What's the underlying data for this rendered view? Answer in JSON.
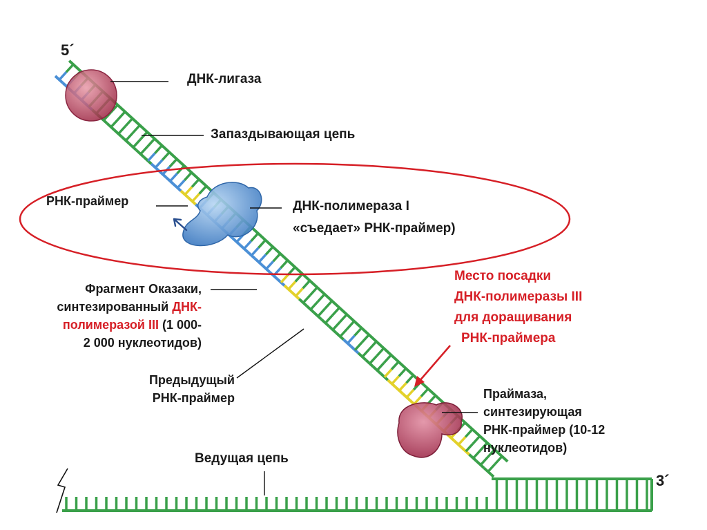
{
  "ends": {
    "five_prime": "5´",
    "three_prime": "3´"
  },
  "labels": {
    "ligase": "ДНК-лигаза",
    "lagging": "Запаздывающая цепь",
    "rna_primer": "РНК-праймер",
    "pol1_line1": "ДНК-полимераза I",
    "pol1_line2": "«съедает» РНК-праймер)",
    "okazaki_line1": "Фрагмент Оказаки,",
    "okazaki_line2a": "синтезированный ",
    "okazaki_line2b": "ДНК-",
    "okazaki_line3a": "полимеразой III",
    "okazaki_line3b": " (1 000-",
    "okazaki_line4": "2 000 нуклеотидов)",
    "site_line1": "Место посадки",
    "site_line2": "ДНК-полимеразы III",
    "site_line3": "для доращивания",
    "site_line4": "РНК-праймера",
    "prev_line1": "Предыдущый",
    "prev_line2": "РНК-праймер",
    "primase_line1": "Праймаза,",
    "primase_line2": "синтезирующая",
    "primase_line3": "РНК-праймер (10-12",
    "primase_line4": "нуклеотидов)",
    "leading": "Ведущая цепь"
  },
  "colors": {
    "backbone_green": "#3aa04a",
    "primer_yellow": "#e3d12a",
    "okazaki_blue": "#4a8fd6",
    "ligase": "#b03a55",
    "polymerase": "#4f8fd0",
    "primase": "#a8324e",
    "highlight_red": "#d61f26"
  }
}
